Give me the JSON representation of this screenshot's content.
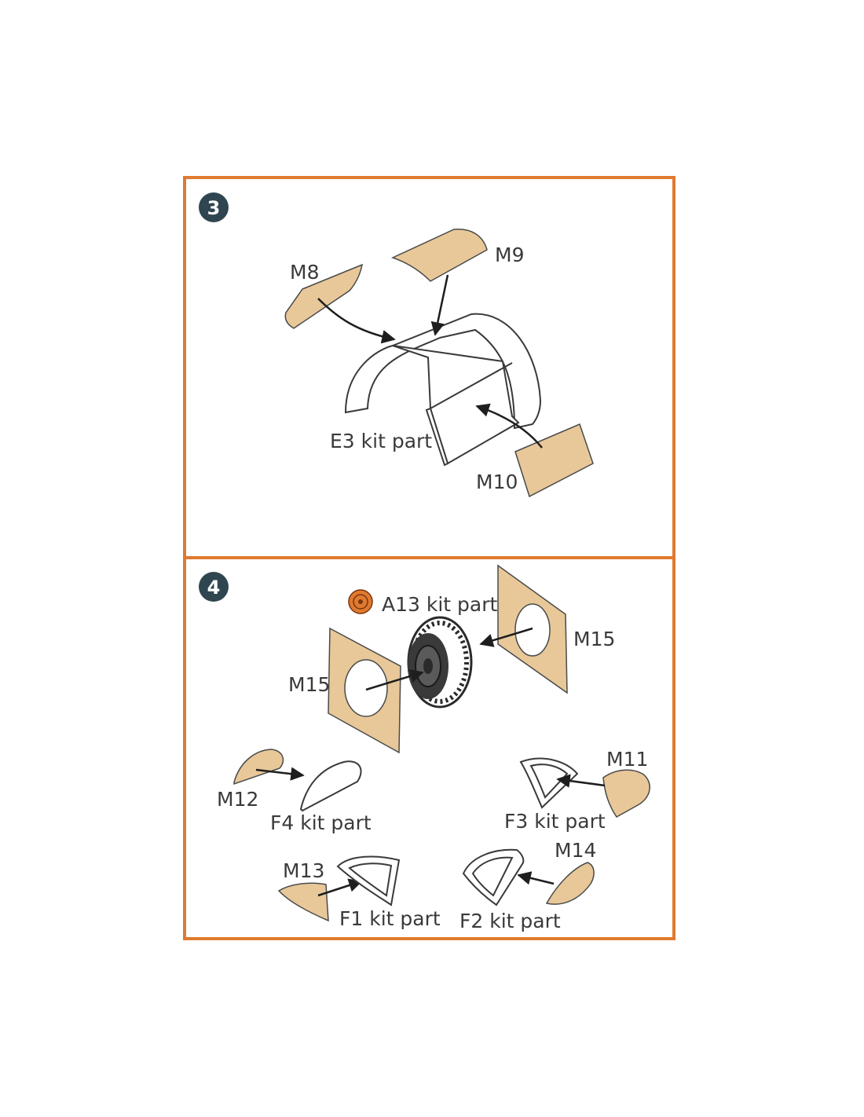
{
  "colors": {
    "frame": "#e07a2e",
    "step_badge": "#2f4650",
    "mask_fill": "#e8c899",
    "paint_icon": "#e07a2e"
  },
  "steps": [
    {
      "number": "3",
      "labels": {
        "m8": "M8",
        "m9": "M9",
        "m10": "M10",
        "e3": "E3 kit part"
      }
    },
    {
      "number": "4",
      "labels": {
        "a13": "A13 kit part",
        "m15_right": "M15",
        "m15_left": "M15",
        "m11": "M11",
        "m12": "M12",
        "f4": "F4 kit part",
        "f3": "F3 kit part",
        "m13": "M13",
        "m14": "M14",
        "f1": "F1 kit part",
        "f2": "F2 kit part"
      },
      "paint_icon": "paint-reference-icon"
    }
  ]
}
